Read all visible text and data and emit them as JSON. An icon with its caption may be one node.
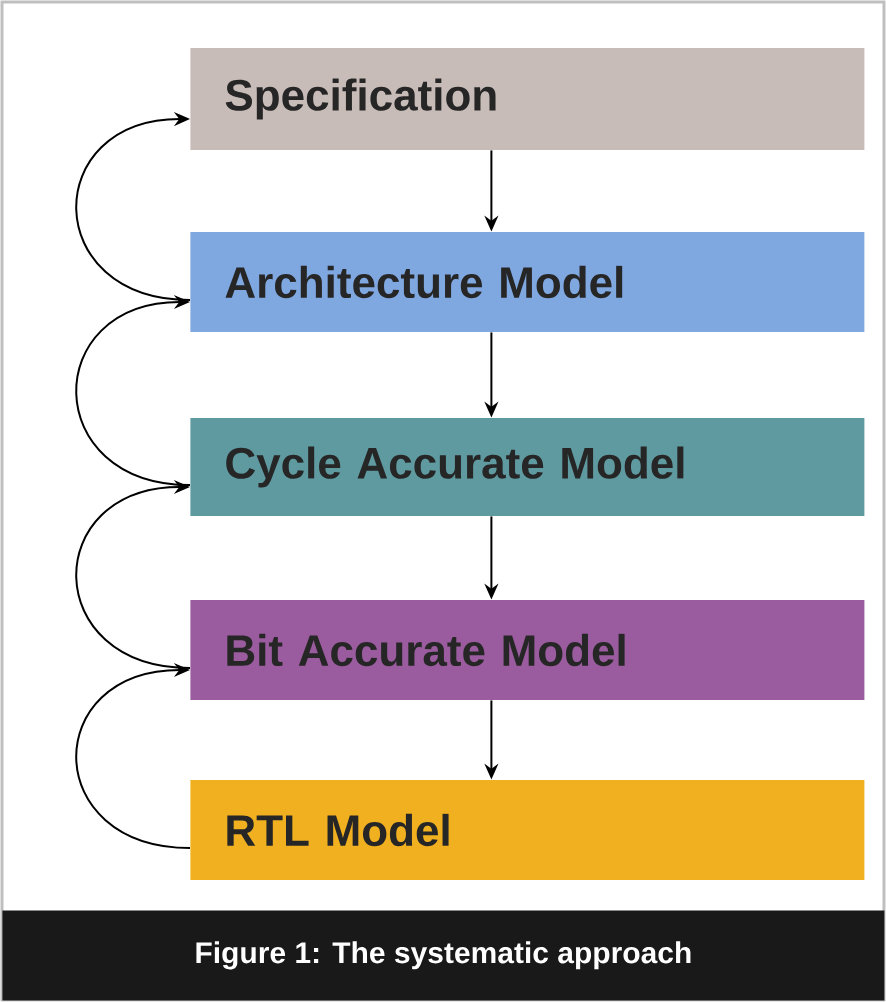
{
  "diagram": {
    "caption": "Figure 1: The systematic approach",
    "nodes": [
      {
        "text": [
          "Specification"
        ]
      },
      {
        "text": [
          "Architecture Model"
        ]
      },
      {
        "text": [
          "Cycle Accurate Model"
        ]
      },
      {
        "text": [
          "Bit Accurate Model"
        ]
      },
      {
        "text": [
          "RTL Model"
        ]
      }
    ],
    "edges": [
      {
        "from": 0,
        "to": 1,
        "arrow": "to"
      },
      {
        "from": 1,
        "to": 2,
        "arrow": "to"
      },
      {
        "from": 2,
        "to": 3,
        "arrow": "to"
      },
      {
        "from": 3,
        "to": 4,
        "arrow": "to"
      },
      {
        "from": 1,
        "to": 0,
        "arrow": "to"
      },
      {
        "from": 2,
        "to": 1,
        "arrow": "to"
      },
      {
        "from": 3,
        "to": 2,
        "arrow": "to"
      },
      {
        "from": 4,
        "to": 3,
        "arrow": "to"
      }
    ]
  }
}
